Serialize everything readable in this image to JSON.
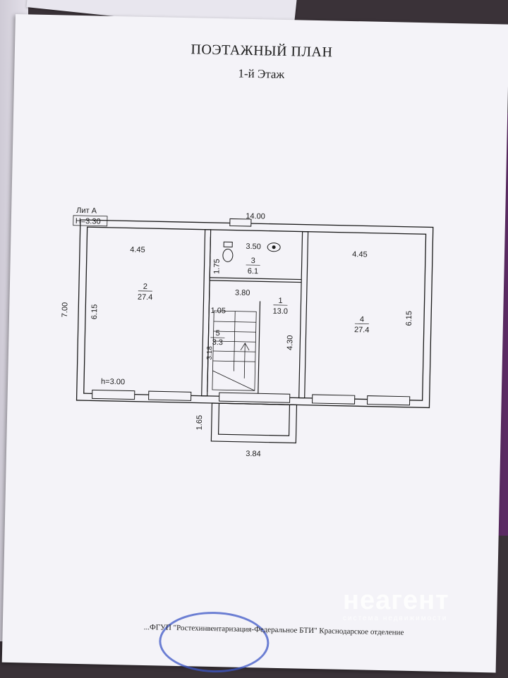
{
  "document": {
    "title": "ПОЭТАЖНЫЙ ПЛАН",
    "subtitle": "1-й Этаж",
    "footer": "...ФГУП \"Ростехинвентаризация-Федеральное БТИ\" Краснодарское отделение"
  },
  "plan": {
    "lit": "Лит А",
    "height_main": "Н=3.30",
    "height_room": "h=3.00",
    "dims": {
      "total_width": "14.00",
      "depth": "7.00",
      "left_width": "4.45",
      "right_width": "4.45",
      "left_depth": "6.15",
      "right_depth": "6.15",
      "wc_width": "3.50",
      "wc_depth": "1.75",
      "hall_width": "3.80",
      "hall_depth": "4.30",
      "stair_width": "1.05",
      "stair_depth": "3.18",
      "porch_depth": "1.65",
      "porch_width": "3.84"
    },
    "rooms": [
      {
        "num": "2",
        "area": "27.4"
      },
      {
        "num": "3",
        "area": "6.1"
      },
      {
        "num": "1",
        "area": "13.0"
      },
      {
        "num": "5",
        "area": "3.3"
      },
      {
        "num": "4",
        "area": "27.4"
      }
    ]
  },
  "watermark": {
    "logo": "неагент",
    "subtitle": "система недвижимости"
  },
  "colors": {
    "ink": "#1a1a1a",
    "paper": "#f4f3f8",
    "stamp": "#3e57c7"
  }
}
